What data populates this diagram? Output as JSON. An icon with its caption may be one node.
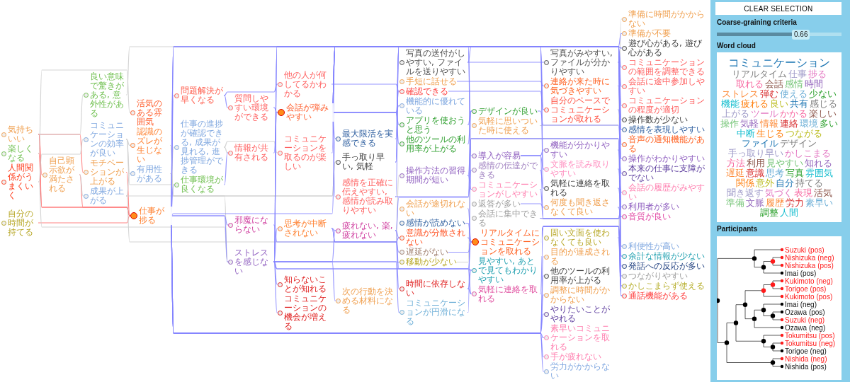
{
  "diagram": {
    "nodes": [
      {
        "text": [
          "気持ちいい"
        ]
      },
      {
        "text": [
          "楽しくなる"
        ]
      },
      {
        "text": [
          "人間関係がうまくいく"
        ]
      },
      {
        "text": [
          "自分の時間が持てる"
        ]
      },
      {
        "text": [
          "自己顕示欲が満たされる"
        ]
      },
      {
        "text": [
          "良い意味で驚きがある, 意外性がある"
        ]
      },
      {
        "text": [
          "コミュニケーションの効率が良い"
        ]
      },
      {
        "text": [
          "モチベーションが上がる"
        ]
      },
      {
        "text": [
          "成果が上がる"
        ]
      },
      {
        "text": [
          "活気のある雰囲気"
        ]
      },
      {
        "text": [
          "認識のズレが生じない"
        ]
      },
      {
        "text": [
          "有用性がある"
        ]
      },
      {
        "text": [
          "仕事が捗る"
        ]
      },
      {
        "text": [
          "問題解決が早くなる"
        ]
      },
      {
        "text": [
          "仕事の進捗が確認できる, 成果が見れる, 進捗管理ができる"
        ]
      },
      {
        "text": [
          "仕事環境が良くなる"
        ]
      },
      {
        "text": [
          "質問しやすい環境ができる"
        ]
      },
      {
        "text": [
          "情報が共有される"
        ]
      },
      {
        "text": [
          "邪魔にならない"
        ]
      },
      {
        "text": [
          "ストレスを感じない"
        ]
      },
      {
        "text": [
          "他の人が何してるかわかる"
        ]
      },
      {
        "text": [
          "会話が弾みやすい"
        ]
      },
      {
        "text": [
          "コミュニケーションを取るのが楽しい"
        ]
      },
      {
        "text": [
          "思考が中断されない"
        ]
      },
      {
        "text": [
          "知らないことが知れる"
        ]
      },
      {
        "text": [
          "コミュニケーションの機会が増える"
        ]
      },
      {
        "text": [
          "最大限活を実感できる"
        ]
      },
      {
        "text": [
          "手っ取り早い, 気軽"
        ]
      },
      {
        "text": [
          "感情を正確に伝えやすい, 感情が読み取りやすい"
        ]
      },
      {
        "text": [
          "疲れない, 楽, 疲れない"
        ]
      },
      {
        "text": [
          "次の行動を決める材料になる"
        ]
      },
      {
        "text": [
          "写真の送付がしやすい, ファイルを送りやすい"
        ]
      },
      {
        "text": [
          "手短に話せる"
        ]
      },
      {
        "text": [
          "確認できる"
        ]
      },
      {
        "text": [
          "機能的に優れている"
        ]
      },
      {
        "text": [
          "アプリを使おうと思う"
        ]
      },
      {
        "text": [
          "他のツールの利用率が上がる"
        ]
      },
      {
        "text": [
          "操作方法の習得期間が短い"
        ]
      },
      {
        "text": [
          "会話が途切れない"
        ]
      },
      {
        "text": [
          "感情が読めない"
        ]
      },
      {
        "text": [
          "意識が分散されない"
        ]
      },
      {
        "text": [
          "遅延がない"
        ]
      },
      {
        "text": [
          "移動が少ない"
        ]
      },
      {
        "text": [
          "時間に依存しない"
        ]
      },
      {
        "text": [
          "コミュニケーションが円滑になる"
        ]
      },
      {
        "text": [
          "デザインが良い"
        ]
      },
      {
        "text": [
          "気軽に思いついた時に使える"
        ]
      },
      {
        "text": [
          "導入が容易"
        ]
      },
      {
        "text": [
          "感情の伝達ができる"
        ]
      },
      {
        "text": [
          "コミュニケーションがしやすい"
        ]
      },
      {
        "text": [
          "返答が多い"
        ]
      },
      {
        "text": [
          "会話に集中できる"
        ]
      },
      {
        "text": [
          "リアルタイムにコミュニケーションを取れる"
        ]
      },
      {
        "text": [
          "見やすい, あとで見てもわかりやすい"
        ]
      },
      {
        "text": [
          "気軽に連絡を取れる"
        ]
      },
      {
        "text": [
          "写真がみやすい, ファイルが分かりやすい"
        ]
      },
      {
        "text": [
          "連絡が来た時に気づきやすい"
        ]
      },
      {
        "text": [
          "自分のペースでコミュニケーションが取れる"
        ]
      },
      {
        "text": [
          "機能が分かりやすい"
        ]
      },
      {
        "text": [
          "文脈を読み取りやすい"
        ]
      },
      {
        "text": [
          "気軽に連絡を取れる"
        ]
      },
      {
        "text": [
          "何度も聞き返さなくて良い"
        ]
      },
      {
        "text": [
          "固い文面を使わなくても良い"
        ]
      },
      {
        "text": [
          "目的が達成される"
        ]
      },
      {
        "text": [
          "他のツールの利用率が上がる"
        ]
      },
      {
        "text": [
          "調整に時間がかからない"
        ]
      },
      {
        "text": [
          "やりたいことがやれる"
        ]
      },
      {
        "text": [
          "素早いコミュニケーションを取れる"
        ]
      },
      {
        "text": [
          "手が疲れない"
        ]
      },
      {
        "text": [
          "労力がかからない"
        ]
      },
      {
        "text": [
          "準備に時間がかからない"
        ]
      },
      {
        "text": [
          "準備が不要"
        ]
      },
      {
        "text": [
          "遊び心がある, 遊び心がある"
        ]
      },
      {
        "text": [
          "コミュニケーションの範囲を調整できる"
        ]
      },
      {
        "text": [
          "会話に途中参加しやすい"
        ]
      },
      {
        "text": [
          "コミュニケーションの程度が適切"
        ]
      },
      {
        "text": [
          "操作数が少ない"
        ]
      },
      {
        "text": [
          "感情を表現しやすい"
        ]
      },
      {
        "text": [
          "音声の通知機能がある"
        ]
      },
      {
        "text": [
          "操作がわかりやすい"
        ]
      },
      {
        "text": [
          "本来の仕事に支障がでない"
        ]
      },
      {
        "text": [
          "会話の履歴がみやすい"
        ]
      },
      {
        "text": [
          "利用者が多い"
        ]
      },
      {
        "text": [
          "音質が良い"
        ]
      },
      {
        "text": [
          "利便性が高い"
        ]
      },
      {
        "text": [
          "余計な情報が少ない"
        ]
      },
      {
        "text": [
          "発話への反応が多い"
        ]
      },
      {
        "text": [
          "つながりやすい"
        ]
      },
      {
        "text": [
          "かしこまらず使える"
        ]
      },
      {
        "text": [
          "通話機能がある"
        ]
      }
    ],
    "edges": [
      {
        "from": 0,
        "to": 7,
        "arrow": "none",
        "color": "#ff7070"
      },
      {
        "from": 0,
        "to": 4,
        "arrow": "none",
        "color": "#ff7070"
      },
      {
        "from": 0,
        "to": 12,
        "arrow": "none",
        "color": "#ff7070"
      },
      {
        "from": 1,
        "to": 12,
        "arrow": "none",
        "color": "#ff7070"
      },
      {
        "from": 4,
        "to": 12,
        "arrow": "none",
        "color": "#ff7070"
      },
      {
        "from": 7,
        "to": 12,
        "arrow": "none",
        "color": "#ff7070"
      },
      {
        "from": 3,
        "to": 12,
        "arrow": "none",
        "color": "#ff7070"
      },
      {
        "from": 0,
        "to": 5,
        "arrow": "none",
        "color": "#cccccc"
      },
      {
        "from": 1,
        "to": 9,
        "arrow": "none",
        "color": "#cccccc"
      },
      {
        "from": 2,
        "to": 6,
        "arrow": "none",
        "color": "#cccccc"
      },
      {
        "from": 2,
        "to": 19,
        "arrow": "none",
        "color": "#cccccc"
      },
      {
        "from": 4,
        "to": 8,
        "arrow": "none",
        "color": "#cccccc"
      },
      {
        "from": 8,
        "to": 11,
        "arrow": "none",
        "color": "#cccccc"
      },
      {
        "from": 8,
        "to": 37,
        "arrow": "none",
        "color": "#cccccc"
      },
      {
        "from": 8,
        "to": 19,
        "arrow": "none",
        "color": "#cccccc"
      },
      {
        "from": 6,
        "to": 10,
        "arrow": "none",
        "color": "#cccccc"
      },
      {
        "from": 6,
        "to": 14,
        "arrow": "none",
        "color": "#cccccc"
      },
      {
        "from": 6,
        "to": 11,
        "arrow": "none",
        "color": "#cccccc"
      },
      {
        "from": 14,
        "to": 17,
        "arrow": "none",
        "color": "#cccccc"
      },
      {
        "from": 14,
        "to": 22,
        "arrow": "none",
        "color": "#cccccc"
      },
      {
        "from": 10,
        "to": 27,
        "arrow": "none",
        "color": "#cccccc"
      },
      {
        "from": 11,
        "to": 27,
        "arrow": "none",
        "color": "#cccccc"
      },
      {
        "from": 5,
        "to": 72,
        "arrow": "none",
        "color": "#cccccc"
      },
      {
        "from": 46,
        "to": 70,
        "arrow": "none",
        "color": "#cccccc"
      },
      {
        "from": 42,
        "to": 84,
        "arrow": "none",
        "color": "#cccccc"
      },
      {
        "from": 51,
        "to": 87,
        "arrow": "none",
        "color": "#cccccc"
      },
      {
        "from": 12,
        "to": 13,
        "arrow": "none"
      },
      {
        "from": 12,
        "to": 15,
        "arrow": "none"
      },
      {
        "from": 12,
        "to": 18,
        "arrow": "none"
      },
      {
        "from": 12,
        "to": 19,
        "arrow": "none"
      },
      {
        "from": 12,
        "to": 71,
        "arrow": "none"
      },
      {
        "from": 12,
        "to": 73,
        "arrow": "none"
      },
      {
        "from": 12,
        "to": 74,
        "arrow": "none"
      },
      {
        "from": 12,
        "to": 26,
        "arrow": "none"
      },
      {
        "from": 12,
        "to": 63,
        "arrow": "none"
      },
      {
        "from": 12,
        "to": 64,
        "arrow": "none"
      },
      {
        "from": 12,
        "to": 65,
        "arrow": "none"
      },
      {
        "from": 12,
        "to": 66,
        "arrow": "none"
      },
      {
        "from": 12,
        "to": 67,
        "arrow": "none"
      },
      {
        "from": 12,
        "to": 68,
        "arrow": "none"
      },
      {
        "from": 12,
        "to": 69,
        "arrow": "none"
      },
      {
        "from": 13,
        "to": 20,
        "arrow": "none"
      },
      {
        "from": 13,
        "to": 16,
        "arrow": "none"
      },
      {
        "from": 16,
        "to": 21,
        "arrow": "none"
      },
      {
        "from": 15,
        "to": 17,
        "arrow": "none"
      },
      {
        "from": 17,
        "to": 21,
        "arrow": "none"
      },
      {
        "from": 21,
        "to": 33,
        "arrow": "none"
      },
      {
        "from": 21,
        "to": 34,
        "arrow": "none"
      },
      {
        "from": 21,
        "to": 35,
        "arrow": "none"
      },
      {
        "from": 21,
        "to": 36,
        "arrow": "none"
      },
      {
        "from": 21,
        "to": 77,
        "arrow": "none"
      },
      {
        "from": 21,
        "to": 28,
        "arrow": "none"
      },
      {
        "from": 21,
        "to": 47,
        "arrow": "none"
      },
      {
        "from": 21,
        "to": 49,
        "arrow": "none"
      },
      {
        "from": 21,
        "to": 26,
        "arrow": "none"
      },
      {
        "from": 21,
        "to": 59,
        "arrow": "none"
      },
      {
        "from": 21,
        "to": 72,
        "arrow": "none"
      },
      {
        "from": 21,
        "to": 75,
        "arrow": "none"
      },
      {
        "from": 20,
        "to": 33,
        "arrow": "none"
      },
      {
        "from": 19,
        "to": 23,
        "arrow": "none"
      },
      {
        "from": 19,
        "to": 29,
        "arrow": "none"
      },
      {
        "from": 19,
        "to": 24,
        "arrow": "none"
      },
      {
        "from": 19,
        "to": 25,
        "arrow": "none"
      },
      {
        "from": 19,
        "to": 30,
        "arrow": "none"
      },
      {
        "from": 19,
        "to": 44,
        "arrow": "none"
      },
      {
        "from": 19,
        "to": 53,
        "arrow": "none"
      },
      {
        "from": 19,
        "to": 84,
        "arrow": "none"
      },
      {
        "from": 19,
        "to": 88,
        "arrow": "none"
      },
      {
        "from": 19,
        "to": 42,
        "arrow": "none"
      },
      {
        "from": 19,
        "to": 85,
        "arrow": "none"
      },
      {
        "from": 19,
        "to": 54,
        "arrow": "none"
      },
      {
        "from": 18,
        "to": 41,
        "arrow": "none"
      },
      {
        "from": 23,
        "to": 29,
        "arrow": "none"
      },
      {
        "from": 23,
        "to": 43,
        "arrow": "none"
      },
      {
        "from": 23,
        "to": 40,
        "arrow": "none"
      },
      {
        "from": 29,
        "to": 40,
        "arrow": "none"
      },
      {
        "from": 29,
        "to": 45,
        "arrow": "none"
      },
      {
        "from": 29,
        "to": 52,
        "arrow": "none"
      },
      {
        "from": 22,
        "to": 57,
        "arrow": "none"
      },
      {
        "from": 26,
        "to": 79,
        "arrow": "none"
      },
      {
        "from": 27,
        "to": 60,
        "arrow": "none"
      },
      {
        "from": 27,
        "to": 82,
        "arrow": "none"
      },
      {
        "from": 28,
        "to": 83,
        "arrow": "none"
      },
      {
        "from": 28,
        "to": 48,
        "arrow": "none"
      },
      {
        "from": 31,
        "to": 55,
        "arrow": "none"
      },
      {
        "from": 31,
        "to": 76,
        "arrow": "none"
      },
      {
        "from": 32,
        "to": 56,
        "arrow": "none"
      },
      {
        "from": 33,
        "to": 57,
        "arrow": "none"
      },
      {
        "from": 35,
        "to": 45,
        "arrow": "none"
      },
      {
        "from": 36,
        "to": 45,
        "arrow": "none"
      },
      {
        "from": 37,
        "to": 49,
        "arrow": "none"
      },
      {
        "from": 37,
        "to": 82,
        "arrow": "none"
      },
      {
        "from": 38,
        "to": 52,
        "arrow": "none"
      },
      {
        "from": 39,
        "to": 52,
        "arrow": "none"
      },
      {
        "from": 40,
        "to": 52,
        "arrow": "none"
      },
      {
        "from": 41,
        "to": 52,
        "arrow": "none"
      },
      {
        "from": 43,
        "to": 54,
        "arrow": "none"
      },
      {
        "from": 43,
        "to": 53,
        "arrow": "none"
      },
      {
        "from": 44,
        "to": 89,
        "arrow": "none"
      },
      {
        "from": 45,
        "to": 79,
        "arrow": "none"
      },
      {
        "from": 47,
        "to": 58,
        "arrow": "none"
      },
      {
        "from": 47,
        "to": 82,
        "arrow": "none"
      },
      {
        "from": 47,
        "to": 59,
        "arrow": "none"
      },
      {
        "from": 48,
        "to": 60,
        "arrow": "none"
      },
      {
        "from": 49,
        "to": 82,
        "arrow": "none"
      },
      {
        "from": 50,
        "to": 61,
        "arrow": "none"
      },
      {
        "from": 51,
        "to": 83,
        "arrow": "none"
      },
      {
        "from": 52,
        "to": 85,
        "arrow": "none"
      },
      {
        "from": 52,
        "to": 86,
        "arrow": "none"
      },
      {
        "from": 52,
        "to": 87,
        "arrow": "none"
      },
      {
        "from": 52,
        "to": 89,
        "arrow": "none"
      },
      {
        "from": 54,
        "to": 89,
        "arrow": "none"
      },
      {
        "from": 55,
        "to": 76,
        "arrow": "none"
      },
      {
        "from": 56,
        "to": 78,
        "arrow": "none"
      },
      {
        "from": 57,
        "to": 77,
        "arrow": "none"
      },
      {
        "from": 58,
        "to": 80,
        "arrow": "none"
      },
      {
        "from": 59,
        "to": 81,
        "arrow": "none"
      },
      {
        "from": 60,
        "to": 82,
        "arrow": "none"
      },
      {
        "from": 61,
        "to": 83,
        "arrow": "none"
      },
      {
        "from": 62,
        "to": 88,
        "arrow": "none"
      }
    ],
    "labels": [
      "CLEAR SELECTION",
      "Coarse-graining criteria",
      "0.66",
      "Word cloud",
      "コミュニケーション",
      "リアルタイム",
      "仕事",
      "捗る",
      "取れる",
      "会話",
      "感情",
      "時間",
      "ストレス",
      "弾む",
      "使える",
      "少ない",
      "機能",
      "疲れる",
      "良い",
      "共有",
      "感じる",
      "上がる",
      "ツール",
      "かかる",
      "楽しい",
      "操作",
      "気軽",
      "情報",
      "連絡",
      "環境",
      "多い",
      "中断",
      "生じる",
      "つながる",
      "ファイル",
      "デザイン",
      "手っ取り早い",
      "かしこまる",
      "方法",
      "利用",
      "見やすい",
      "知れる",
      "遅延",
      "意識",
      "思考",
      "写真",
      "雰囲気",
      "関係",
      "意外",
      "自分",
      "持てる",
      "聞き返す",
      "気づく",
      "表現",
      "活気",
      "準備",
      "文脈",
      "履歴",
      "労力",
      "素早い",
      "調整",
      "人間",
      "Participants",
      "Suzuki (pos)",
      "Nishizuka (neg)",
      "Nishizuka (pos)",
      "Imai (pos)",
      "Kukimoto (neg)",
      "Torigoe (pos)",
      "Kukimoto (pos)",
      "Imai (neg)",
      "Ozawa (pos)",
      "Suzuki (neg)",
      "Ozawa (neg)",
      "Tokumitsu (pos)",
      "Tokumitsu (neg)",
      "Torigoe (neg)",
      "Nishida (neg)",
      "Nishida (pos)"
    ]
  }
}
